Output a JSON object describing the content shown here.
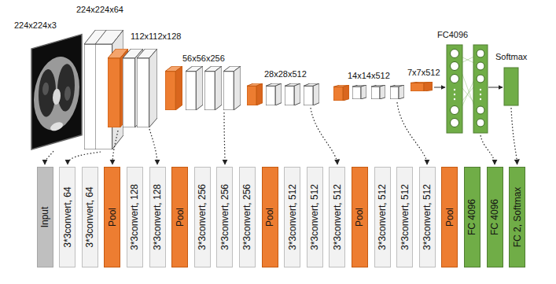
{
  "diagram": {
    "nodes": [
      {
        "text": [
          "Input"
        ]
      },
      {
        "text": [
          "3*3convert, 64"
        ]
      },
      {
        "text": [
          "3*3convert, 64"
        ]
      },
      {
        "text": [
          "Pool"
        ]
      },
      {
        "text": [
          "3*3convert, 128"
        ]
      },
      {
        "text": [
          "3*3convert, 128"
        ]
      },
      {
        "text": [
          "Pool"
        ]
      },
      {
        "text": [
          "3*3convert, 256"
        ]
      },
      {
        "text": [
          "3*3convert, 256"
        ]
      },
      {
        "text": [
          "3*3convert, 256"
        ]
      },
      {
        "text": [
          "Pool"
        ]
      },
      {
        "text": [
          "3*3convert, 512"
        ]
      },
      {
        "text": [
          "3*3convert, 512"
        ]
      },
      {
        "text": [
          "3*3convert, 512"
        ]
      },
      {
        "text": [
          "Pool"
        ]
      },
      {
        "text": [
          "3*3convert, 512"
        ]
      },
      {
        "text": [
          "3*3convert, 512"
        ]
      },
      {
        "text": [
          "3*3convert, 512"
        ]
      },
      {
        "text": [
          "Pool"
        ]
      },
      {
        "text": [
          "FC 4096"
        ]
      },
      {
        "text": [
          "FC 4096"
        ]
      },
      {
        "text": [
          "FC 2, Softmax"
        ]
      }
    ],
    "labels": [
      "224x224x3",
      "224x224x64",
      "112x112x128",
      "56x56x256",
      "28x28x512",
      "14x14x512",
      "7x7x512",
      "FC4096",
      "Softmax"
    ]
  }
}
